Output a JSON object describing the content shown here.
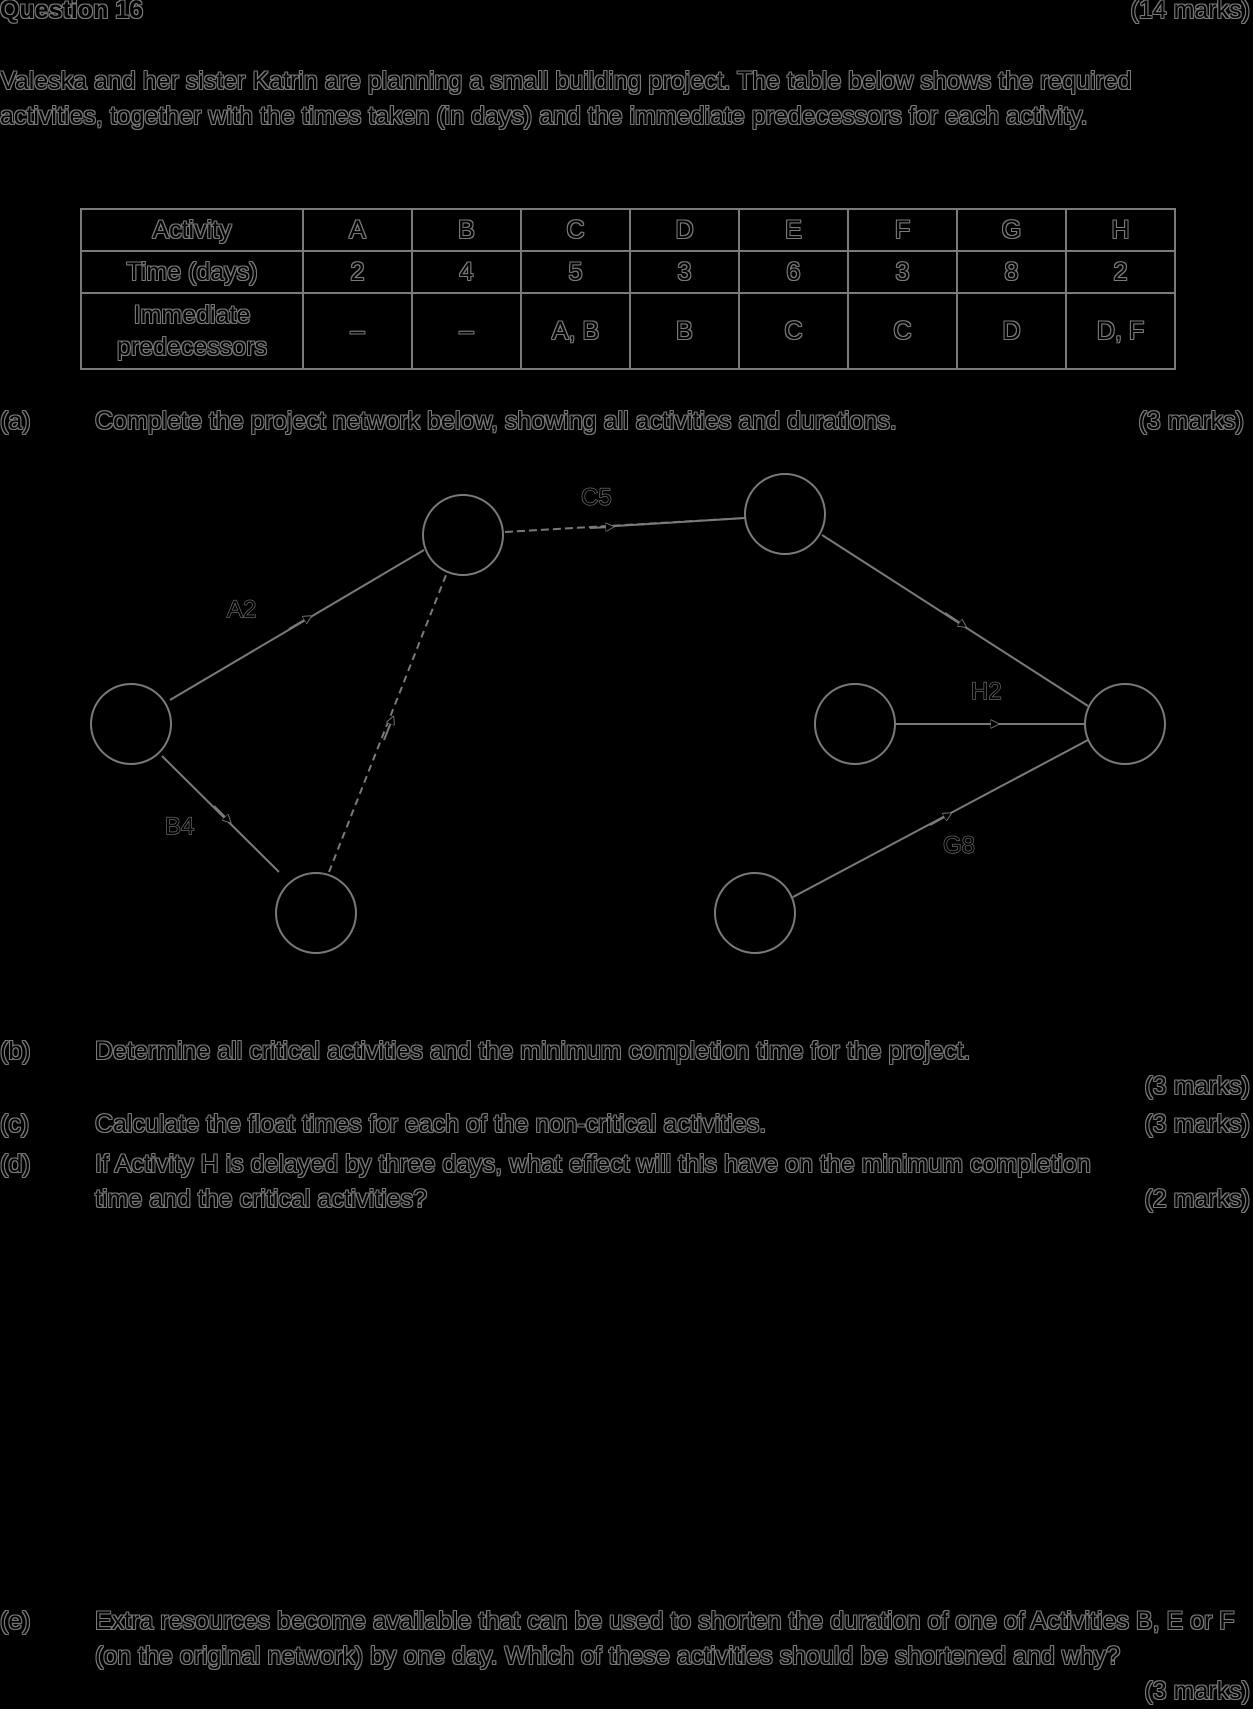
{
  "header": {
    "title": "Question 16",
    "total_marks": "(14 marks)"
  },
  "intro": "Valeska and her sister Katrin are planning a small building project. The table below shows the required activities, together with the times taken (in days) and the immediate predecessors for each activity.",
  "table": {
    "row_headers": [
      "Activity",
      "Time (days)",
      "Immediate predecessors"
    ],
    "activities": [
      "A",
      "B",
      "C",
      "D",
      "E",
      "F",
      "G",
      "H"
    ],
    "times": [
      "2",
      "4",
      "5",
      "3",
      "6",
      "3",
      "8",
      "2"
    ],
    "predecessors": [
      "–",
      "–",
      "A, B",
      "B",
      "C",
      "C",
      "D",
      "D, F"
    ]
  },
  "parts": {
    "a": {
      "label": "(a)",
      "text": "Complete the project network below, showing all activities and durations.",
      "marks": "(3 marks)"
    },
    "b": {
      "label": "(b)",
      "text": "Determine all critical activities and the minimum completion time for the project.",
      "marks": "(3 marks)"
    },
    "c": {
      "label": "(c)",
      "text": "Calculate the float times for each of the non-critical activities.",
      "marks": "(3 marks)"
    },
    "d": {
      "label": "(d)",
      "text": "If Activity H is delayed by three days, what effect will this have on the minimum completion time and the critical activities?",
      "marks": "(2 marks)"
    },
    "e": {
      "label": "(e)",
      "text": "Extra resources become available that can be used to shorten the duration of one of Activities B, E or F (on the original network) by one day. Which of these activities should be shortened and why?",
      "marks": "(3 marks)"
    }
  },
  "network": {
    "edge_labels": {
      "a": "A2",
      "b": "B4",
      "c": "C5",
      "h": "H2",
      "g": "G8"
    }
  }
}
